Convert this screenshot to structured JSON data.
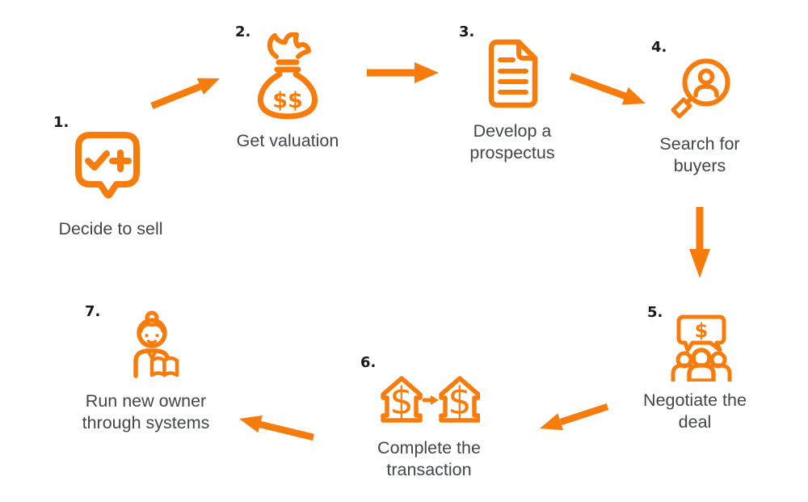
{
  "colors": {
    "accent": "#F87C0C",
    "label_text": "#40464B",
    "number_text": "#191919",
    "background": "#FFFFFF"
  },
  "steps": [
    {
      "number": "1.",
      "label": "Decide to sell",
      "icon": "speech-bubble-check-plus-icon"
    },
    {
      "number": "2.",
      "label": "Get valuation",
      "icon": "money-bag-icon",
      "icon_text": "$$"
    },
    {
      "number": "3.",
      "label": "Develop a prospectus",
      "icon": "document-icon"
    },
    {
      "number": "4.",
      "label": "Search for buyers",
      "icon": "magnifier-person-icon"
    },
    {
      "number": "5.",
      "label": "Negotiate the deal",
      "icon": "people-speech-bubble-icon",
      "icon_text": "$"
    },
    {
      "number": "6.",
      "label": "Complete the transaction",
      "icon": "building-transfer-icon",
      "icon_text_left": "$",
      "icon_text_right": "$"
    },
    {
      "number": "7.",
      "label": "Run new owner through systems",
      "icon": "person-open-book-icon"
    }
  ],
  "arrows": [
    {
      "from": 1,
      "to": 2,
      "direction": "up-right"
    },
    {
      "from": 2,
      "to": 3,
      "direction": "right"
    },
    {
      "from": 3,
      "to": 4,
      "direction": "down-right"
    },
    {
      "from": 4,
      "to": 5,
      "direction": "down"
    },
    {
      "from": 5,
      "to": 6,
      "direction": "down-left"
    },
    {
      "from": 6,
      "to": 7,
      "direction": "up-left"
    }
  ]
}
